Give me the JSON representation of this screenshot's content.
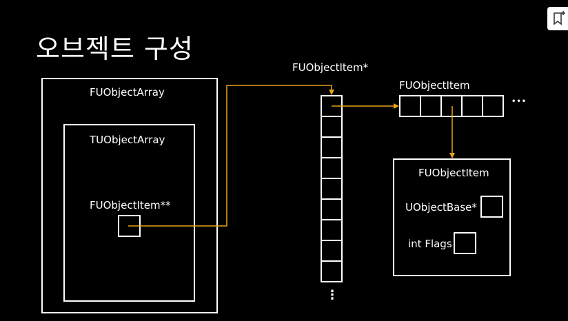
{
  "title": "오브젝트 구성",
  "labels": {
    "fuobjectarray": "FUObjectArray",
    "tuobjectarray": "TUObjectArray",
    "fuobjectitem_pp": "FUObjectItem**",
    "fuobjectitem_p": "FUObjectItem*",
    "fuobjectitem_row": "FUObjectItem",
    "fuobjectitem_box": "FUObjectItem",
    "uobjectbase": "UObjectBase*",
    "intflags": "int Flags",
    "row_ellipsis": "•••",
    "column_ellipsis": "⋮"
  },
  "colors": {
    "background": "#000000",
    "foreground": "#ffffff",
    "arrow": "#e8a317"
  },
  "icons": {
    "bookmark": "bookmark-plus-icon"
  }
}
